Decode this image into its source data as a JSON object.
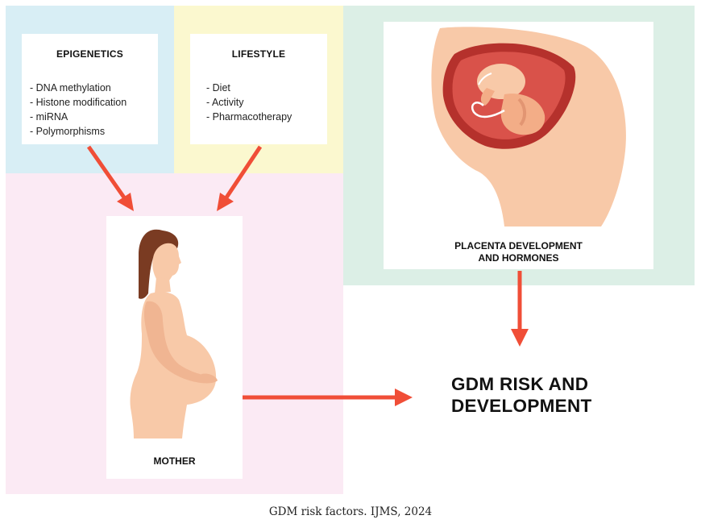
{
  "epigenetics": {
    "title": "EPIGENETICS",
    "items": [
      "- DNA methylation",
      "- Histone modification",
      "- miRNA",
      "- Polymorphisms"
    ]
  },
  "lifestyle": {
    "title": "LIFESTYLE",
    "items": [
      "- Diet",
      "- Activity",
      "- Pharmacotherapy"
    ]
  },
  "mother": {
    "label": "MOTHER"
  },
  "placenta": {
    "label_line1": "PLACENTA DEVELOPMENT",
    "label_line2": "AND HORMONES"
  },
  "outcome": {
    "line1": "GDM RISK AND",
    "line2": "DEVELOPMENT"
  },
  "caption": "GDM risk factors. IJMS, 2024",
  "colors": {
    "arrow": "#f04e37",
    "epigenetics_bg": "#d8eef5",
    "lifestyle_bg": "#fbf8cf",
    "mother_bg": "#fbeaf4",
    "placenta_bg": "#dcefe6",
    "skin": "#f8c9a8",
    "hair": "#7a3b22",
    "womb": "#b5312c"
  }
}
